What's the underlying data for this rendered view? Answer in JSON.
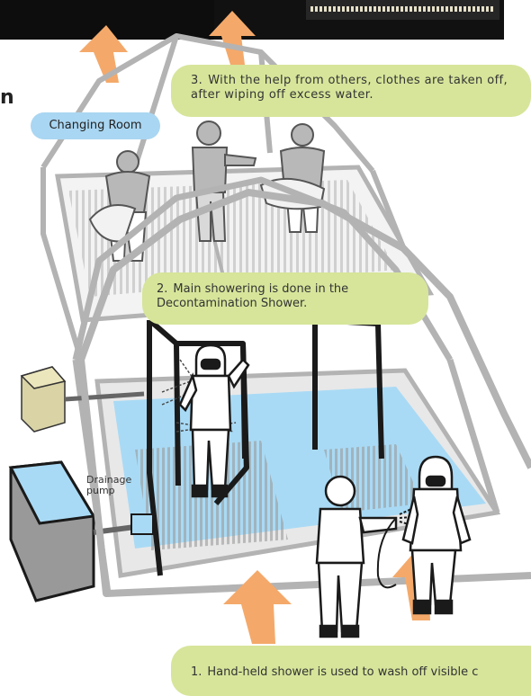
{
  "labels": {
    "step3_num": "3.",
    "step3_text": "With the help from others, clothes are taken off, after wiping off excess water.",
    "step2_num": "2.",
    "step2_text": "Main showering is done in the Decontamination Shower.",
    "step1_num": "1.",
    "step1_text": "Hand-held shower is used to wash off visible c",
    "changing_room": "Changing Room",
    "drainage_pump": "Drainage pump",
    "cut_heading_letter": "n"
  },
  "colors": {
    "label_green": "#d6e59a",
    "label_blue": "#a9d6f2",
    "arrow_orange": "#f4a96a",
    "frame_gray": "#b3b3b3",
    "frame_dark": "#1a1a1a",
    "water_blue": "#a9daf5",
    "box_khaki": "#d9d3a6"
  },
  "icons": [
    "upward-arrow-icon",
    "person-silhouette-icon",
    "hazmat-suit-person-icon",
    "shower-spray-icon",
    "drainage-pump-icon",
    "water-tank-icon",
    "control-box-icon"
  ]
}
